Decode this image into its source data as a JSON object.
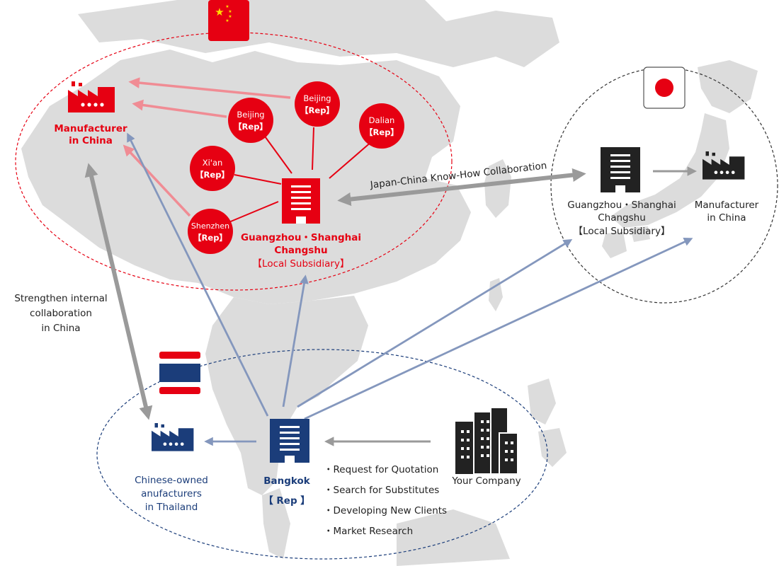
{
  "colors": {
    "china_red": "#e60012",
    "thai_blue": "#1b3d7a",
    "dark": "#222222",
    "map_gray": "#dcdcdc",
    "pink_arrow": "#f08c94",
    "blue_arrow": "#8497bd",
    "gray_arrow": "#9a9a9a"
  },
  "china": {
    "manufacturer_line1": "Manufacturer",
    "manufacturer_line2": "in China",
    "subsidiary_line1": "Guangzhou・Shanghai",
    "subsidiary_line2": "Changshu",
    "subsidiary_line3": "【Local Subsidiary】",
    "reps": [
      {
        "city": "Beijing",
        "tag": "【Rep】"
      },
      {
        "city": "Beijing",
        "tag": "【Rep】"
      },
      {
        "city": "Dalian",
        "tag": "【Rep】"
      },
      {
        "city": "Xi'an",
        "tag": "【Rep】"
      },
      {
        "city": "Shenzhen",
        "tag": "【Rep】"
      }
    ]
  },
  "japan": {
    "subsidiary_line1": "Guangzhou・Shanghai",
    "subsidiary_line2": "Changshu",
    "subsidiary_line3": "【Local Subsidiary】",
    "manufacturer_line1": "Manufacturer",
    "manufacturer_line2": "in China"
  },
  "collaboration_label": "Japan-China Know-How Collaboration",
  "strengthen": {
    "line1": "Strengthen internal",
    "line2": "collaboration",
    "line3": "in China"
  },
  "thailand": {
    "manufacturers_line1": "Chinese-owned",
    "manufacturers_line2": "anufacturers",
    "manufacturers_line3": "in Thailand",
    "bangkok": "Bangkok",
    "bangkok_tag": "【 Rep 】",
    "your_company": "Your Company",
    "services": [
      "・Request for Quotation",
      "・Search for Substitutes",
      "・Developing New Clients",
      "・Market Research"
    ]
  },
  "icons": [
    "china-flag-icon",
    "japan-flag-icon",
    "thailand-flag-icon",
    "factory-icon",
    "office-building-icon",
    "company-buildings-icon"
  ]
}
